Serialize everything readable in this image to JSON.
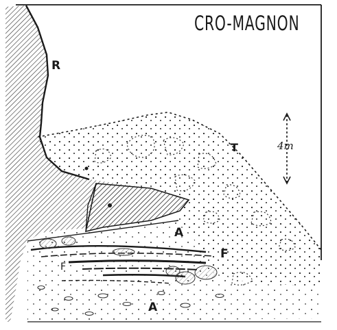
{
  "diagram": {
    "title": "CRO-MAGNON",
    "scale_label": "4m",
    "labels": {
      "rock": "R",
      "talus": "T",
      "layer_a_upper": "A",
      "layer_f_right": "F",
      "layer_f_left": "F",
      "layer_a_lower": "A"
    }
  },
  "colors": {
    "ink": "#1a1a1a",
    "paper": "#ffffff",
    "hatch": "#555555"
  }
}
